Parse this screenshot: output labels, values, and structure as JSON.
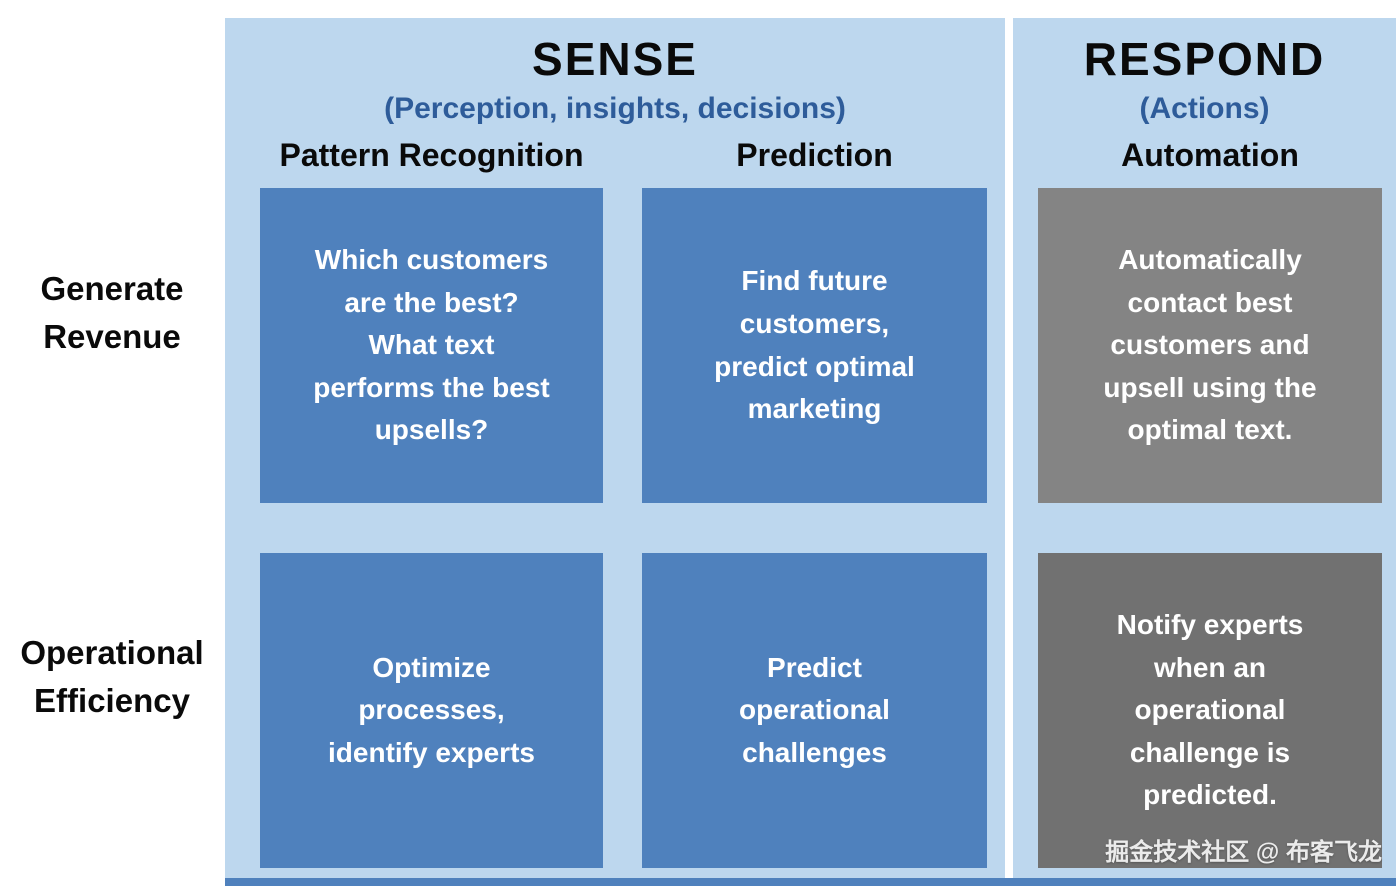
{
  "header": {
    "sense": {
      "title": "SENSE",
      "subtitle": "(Perception, insights, decisions)"
    },
    "respond": {
      "title": "RESPOND",
      "subtitle": "(Actions)"
    },
    "columns": {
      "pattern": "Pattern Recognition",
      "prediction": "Prediction",
      "automation": "Automation"
    }
  },
  "rows": {
    "revenue": {
      "label": "Generate\nRevenue"
    },
    "efficiency": {
      "label": "Operational\nEfficiency"
    }
  },
  "cells": {
    "revenue_pattern": "Which customers\nare the best?\nWhat text\nperforms the best\nupsells?",
    "revenue_prediction": "Find future\ncustomers,\npredict optimal\nmarketing",
    "revenue_automation": "Automatically\ncontact best\ncustomers and\nupsell using the\noptimal text.",
    "efficiency_pattern": "Optimize\nprocesses,\nidentify experts",
    "efficiency_prediction": "Predict\noperational\nchallenges",
    "efficiency_automation": "Notify experts\nwhen an\noperational\nchallenge is\npredicted."
  },
  "watermark": "掘金技术社区 @ 布客飞龙",
  "colors": {
    "panel_bg": "#bdd7ee",
    "cell_blue": "#4f81bd",
    "cell_gray_top": "#848484",
    "cell_gray_bottom": "#717171",
    "subtitle_blue": "#2e5c9a",
    "title_black": "#0a0a0a",
    "cell_text": "#ffffff"
  }
}
